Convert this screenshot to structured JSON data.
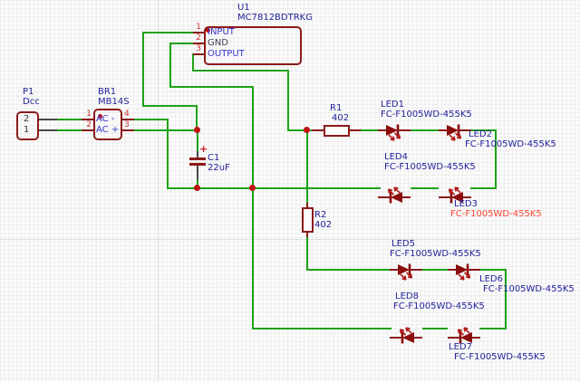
{
  "colors": {
    "wire": "#1ea318",
    "symbol": "#8b1a1a",
    "led-fill": "#8b0c0c",
    "arrow": "#b31b1b",
    "junction": "#c01010",
    "pin-number": "#cc3333",
    "pin-name": "#3535cc",
    "designator": "#22229a",
    "alert": "#ff4230",
    "connector-text": "#333333",
    "grid": "#ececec"
  },
  "components": {
    "u1": {
      "ref": "U1",
      "value": "MC7812BDTRKG",
      "pins": [
        {
          "num": "1",
          "name": "INPUT"
        },
        {
          "num": "2",
          "name": "GND"
        },
        {
          "num": "3",
          "name": "OUTPUT"
        }
      ]
    },
    "p1": {
      "ref": "P1",
      "value": "Dcc",
      "pins": [
        {
          "num": "2"
        },
        {
          "num": "1"
        }
      ]
    },
    "br1": {
      "ref": "BR1",
      "value": "MB14S",
      "left_pins": [
        {
          "num": "1",
          "name": "AC -"
        },
        {
          "num": "2",
          "name": "AC +"
        }
      ],
      "right_pins": [
        {
          "num": "4"
        },
        {
          "num": "3"
        }
      ]
    },
    "c1": {
      "ref": "C1",
      "value": "22uF",
      "polarity_mark": "+"
    },
    "r1": {
      "ref": "R1",
      "value": "402"
    },
    "r2": {
      "ref": "R2",
      "value": "402"
    },
    "led1": {
      "ref": "LED1",
      "value": "FC-F1005WD-455K5"
    },
    "led2": {
      "ref": "LED2",
      "value": "FC-F1005WD-455K5"
    },
    "led3": {
      "ref": "LED3",
      "value": "FC-F1005WD-455K5"
    },
    "led4": {
      "ref": "LED4",
      "value": "FC-F1005WD-455K5"
    },
    "led5": {
      "ref": "LED5",
      "value": "FC-F1005WD-455K5"
    },
    "led6": {
      "ref": "LED6",
      "value": "FC-F1005WD-455K5"
    },
    "led7": {
      "ref": "LED7",
      "value": "FC-F1005WD-455K5"
    },
    "led8": {
      "ref": "LED8",
      "value": "FC-F1005WD-455K5"
    }
  }
}
